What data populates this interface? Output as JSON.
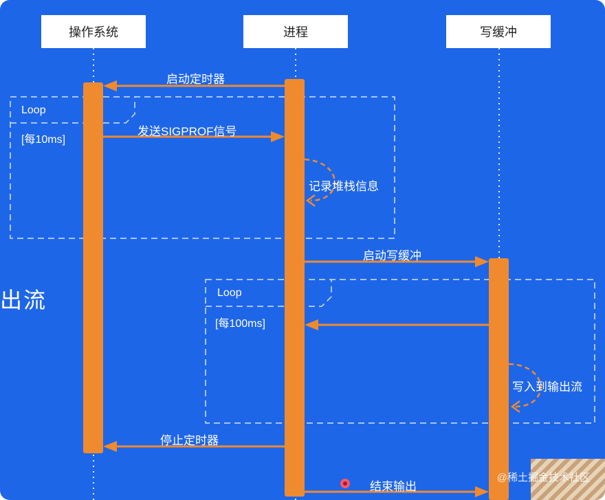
{
  "participants": {
    "os": "操作系统",
    "process": "进程",
    "buffer": "写缓冲"
  },
  "messages": {
    "start_timer": "启动定时器",
    "send_signal": "发送SIGPROF信号",
    "record_stack": "记录堆栈信息",
    "start_buffer": "启动写缓冲",
    "write_to_stream": "写入到输出流",
    "stop_timer": "停止定时器",
    "end_output": "结束输出"
  },
  "frames": {
    "loop1": {
      "tag": "Loop",
      "guard": "[每10ms]"
    },
    "loop2": {
      "tag": "Loop",
      "guard": "[每100ms]"
    }
  },
  "side_text": "出流",
  "watermark": "@稀土掘金技术社区",
  "colors": {
    "background": "#1e66e8",
    "activation": "#f08a2e",
    "arrow": "#f08a2e",
    "lifeline": "#ffffff"
  }
}
